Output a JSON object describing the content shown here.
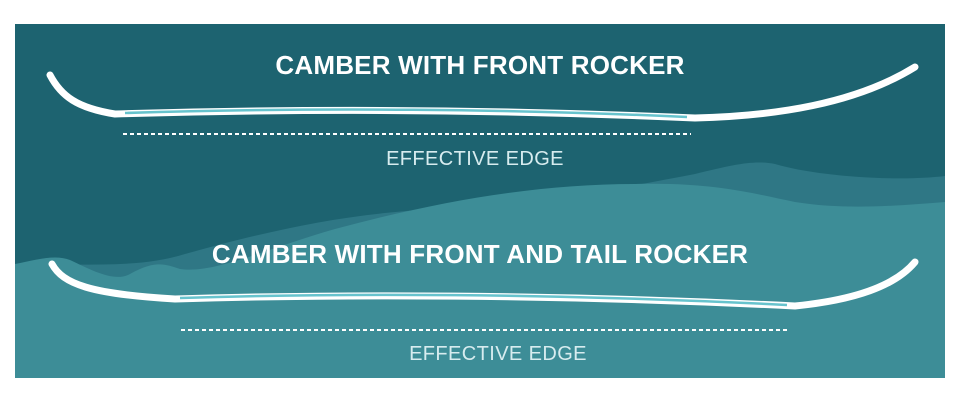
{
  "colors": {
    "background": "#1d6370",
    "mountain_back": "#2f7785",
    "mountain_front": "#3d8d97",
    "ski_outline": "#ffffff",
    "camber_strip": "#67c3cd",
    "edge_line": "#ffffff"
  },
  "profiles": [
    {
      "title": "CAMBER WITH FRONT ROCKER",
      "edge_label": "EFFECTIVE EDGE"
    },
    {
      "title": "CAMBER WITH FRONT AND TAIL ROCKER",
      "edge_label": "EFFECTIVE EDGE"
    }
  ]
}
